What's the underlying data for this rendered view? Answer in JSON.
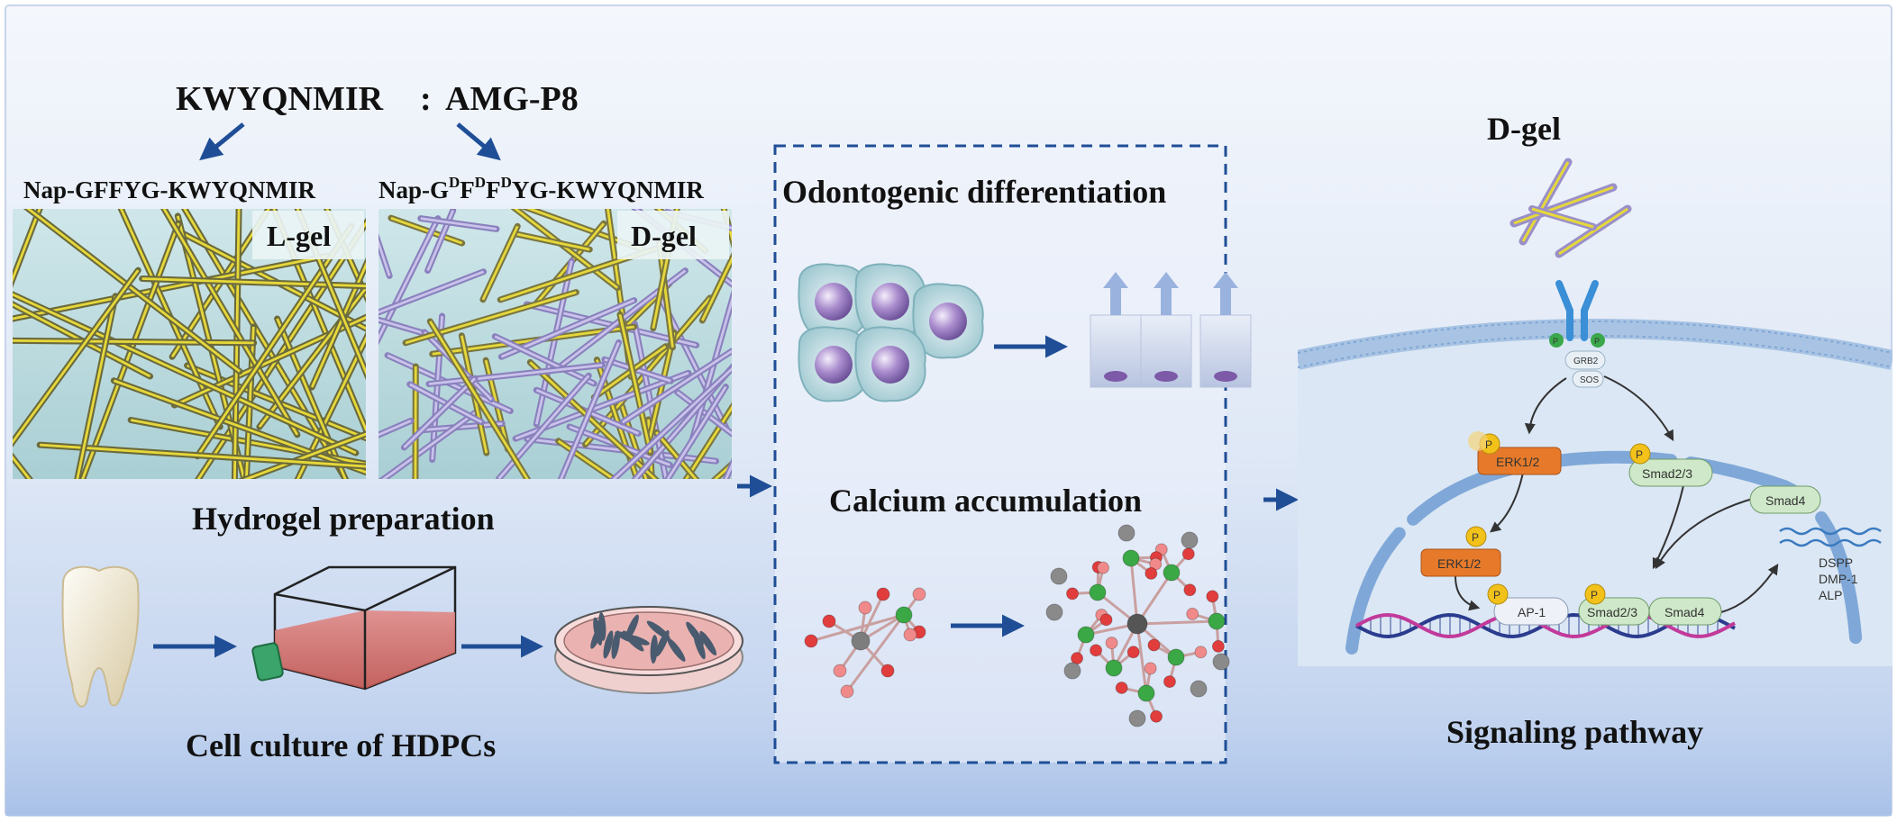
{
  "title": {
    "ratio_left": "KWYQNMIR",
    "ratio_sep": ":",
    "ratio_right": "AMG-P8"
  },
  "peptides": {
    "l_gel_seq": "Nap-GFFYG-KWYQNMIR",
    "d_gel_seq_parts": [
      "Nap-G",
      "D",
      "F",
      "D",
      "F",
      "D",
      "YG-KWYQNMIR"
    ]
  },
  "gels": {
    "l_gel_label": "L-gel",
    "d_gel_label": "D-gel"
  },
  "sections": {
    "hydrogel": "Hydrogel preparation",
    "cell_culture": "Cell culture of HDPCs",
    "odontogenic": "Odontogenic differentiation",
    "calcium": "Calcium accumulation",
    "signaling": "Signaling pathway",
    "d_gel_top": "D-gel"
  },
  "pathway": {
    "grb2": "GRB2",
    "sos": "SOS",
    "p": "P",
    "erk_cyto": "ERK1/2",
    "smad23_cyto": "Smad2/3",
    "smad4_cyto": "Smad4",
    "erk_nuc": "ERK1/2",
    "ap1": "AP-1",
    "smad23_nuc": "Smad2/3",
    "smad4_nuc": "Smad4",
    "genes": [
      "DSPP",
      "DMP-1",
      "ALP"
    ]
  },
  "colors": {
    "arrow": "#1f4e96",
    "fiber_yellow": "#e6d83a",
    "fiber_purple": "#9a8fc8",
    "erk": "#e67a2a",
    "smad": "#cfe8c9",
    "phospho": "#f2c21b",
    "dashed_box": "#1f4e96"
  }
}
